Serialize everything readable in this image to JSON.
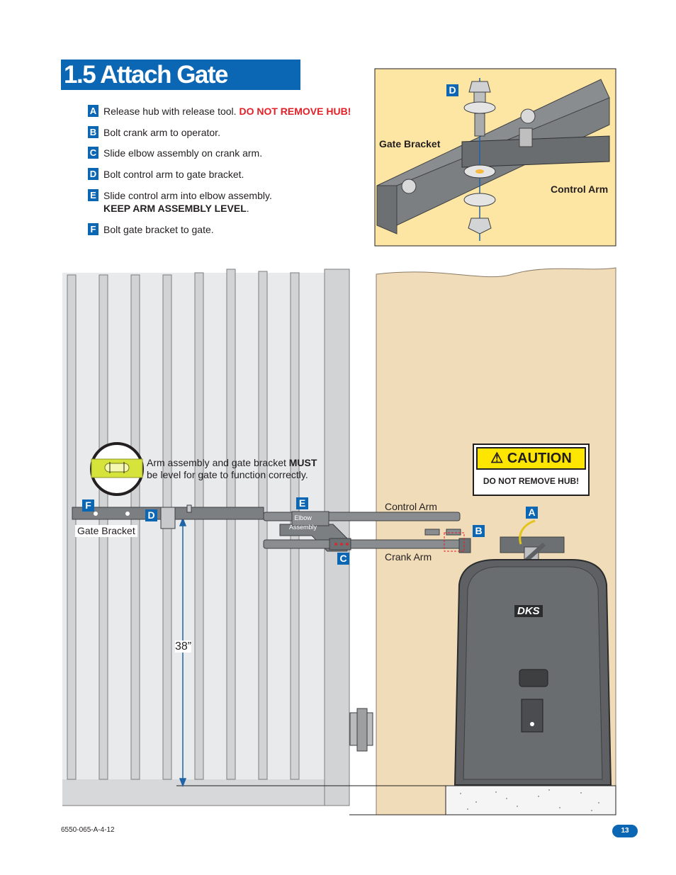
{
  "title": "1.5 Attach Gate Bracket",
  "steps": [
    {
      "letter": "A",
      "text": "Release hub with release tool. ",
      "emphasis": "DO NOT REMOVE HUB!"
    },
    {
      "letter": "B",
      "text": "Bolt crank arm to operator."
    },
    {
      "letter": "C",
      "text": "Slide elbow assembly on crank arm."
    },
    {
      "letter": "D",
      "text": "Bolt control arm to gate bracket."
    },
    {
      "letter": "E",
      "text": "Slide control arm into elbow assembly.",
      "line2": "KEEP ARM ASSEMBLY LEVEL",
      "line2_suffix": "."
    },
    {
      "letter": "F",
      "text": "Bolt gate bracket to gate."
    }
  ],
  "detail": {
    "callout": "D",
    "gate_bracket": "Gate Bracket",
    "control_arm": "Control Arm"
  },
  "main": {
    "level_note_pre": "Arm assembly and gate bracket ",
    "level_note_bold": "MUST",
    "level_note_post": "be level for gate to function correctly.",
    "gate_bracket": "Gate Bracket",
    "control_arm": "Control Arm",
    "crank_arm": "Crank Arm",
    "elbow_line1": "Elbow",
    "elbow_line2": "Assembly",
    "height": "38”",
    "callouts": {
      "a": "A",
      "b": "B",
      "c": "C",
      "d": "D",
      "e": "E",
      "f": "F"
    },
    "operator_brand": "DKS"
  },
  "caution": {
    "heading": "CAUTION",
    "message": "DO NOT REMOVE HUB!"
  },
  "footer": {
    "doc_number": "6550-065-A-4-12",
    "page": "13"
  },
  "colors": {
    "brand_blue": "#0b66b3",
    "warning_red": "#e32027",
    "caution_yellow": "#ffe600",
    "detail_bg": "#fde6a4",
    "wall_bg": "#f0dcb8"
  }
}
